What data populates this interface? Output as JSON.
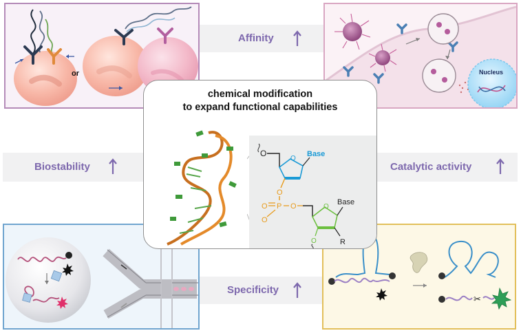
{
  "center": {
    "title_line1": "chemical modification",
    "title_line2": "to expand functional capabilities",
    "chem_labels": {
      "base_top": "Base",
      "base_bottom": "Base",
      "r_group": "R",
      "oxygen": "O",
      "phosphorus": "P"
    }
  },
  "labels": {
    "affinity": "Affinity",
    "biostability": "Biostability",
    "catalytic": "Catalytic activity",
    "specificity": "Specificity"
  },
  "panels": {
    "top_left": {
      "or_text": "or"
    },
    "top_right": {
      "nucleus_text": "Nucleus"
    }
  },
  "colors": {
    "label": "#7d68ad",
    "panel_top_left": "#b48ab8",
    "panel_top_right": "#d9a6c2",
    "panel_bottom_left": "#6fa4cf",
    "panel_bottom_right": "#e2bf5a",
    "sugar_blue": "#1a9ad6",
    "phosphate_orange": "#e89a1a",
    "modified_green": "#6cbf3f"
  },
  "icons": [
    "up-arrow-icon",
    "scissors-icon",
    "star-fluorophore-icon",
    "quencher-ball-icon",
    "antibody-y-icon"
  ]
}
